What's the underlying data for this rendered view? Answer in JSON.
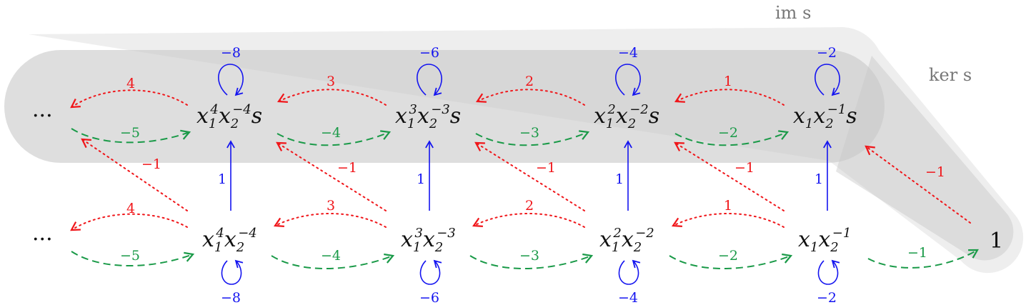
{
  "regions": {
    "im_label": "im s",
    "ker_label": "ker s"
  },
  "top_row": {
    "ellipsis": "···",
    "nodes": [
      {
        "base1": "x",
        "sub1": "1",
        "sup1": "4",
        "base2": "x",
        "sub2": "2",
        "sup2": "−4",
        "suffix": "s"
      },
      {
        "base1": "x",
        "sub1": "1",
        "sup1": "3",
        "base2": "x",
        "sub2": "2",
        "sup2": "−3",
        "suffix": "s"
      },
      {
        "base1": "x",
        "sub1": "1",
        "sup1": "2",
        "base2": "x",
        "sub2": "2",
        "sup2": "−2",
        "suffix": "s"
      },
      {
        "base1": "x",
        "sub1": "1",
        "sup1": "",
        "base2": "x",
        "sub2": "2",
        "sup2": "−1",
        "suffix": "s"
      }
    ],
    "loop_labels": [
      "−8",
      "−6",
      "−4",
      "−2"
    ],
    "red_labels": [
      "4",
      "3",
      "2",
      "1"
    ],
    "green_labels": [
      "−5",
      "−4",
      "−3",
      "−2"
    ]
  },
  "bottom_row": {
    "ellipsis": "···",
    "nodes": [
      {
        "base1": "x",
        "sub1": "1",
        "sup1": "4",
        "base2": "x",
        "sub2": "2",
        "sup2": "−4"
      },
      {
        "base1": "x",
        "sub1": "1",
        "sup1": "3",
        "base2": "x",
        "sub2": "2",
        "sup2": "−3"
      },
      {
        "base1": "x",
        "sub1": "1",
        "sup1": "2",
        "base2": "x",
        "sub2": "2",
        "sup2": "−2"
      },
      {
        "base1": "x",
        "sub1": "1",
        "sup1": "",
        "base2": "x",
        "sub2": "2",
        "sup2": "−1"
      }
    ],
    "one": "1",
    "loop_labels": [
      "−8",
      "−6",
      "−4",
      "−2"
    ],
    "red_labels": [
      "4",
      "3",
      "2",
      "1"
    ],
    "green_labels": [
      "−5",
      "−4",
      "−3",
      "−2",
      "−1"
    ]
  },
  "vertical_labels": [
    "1",
    "1",
    "1",
    "1"
  ],
  "diagonal_labels": [
    "−1",
    "−1",
    "−1",
    "−1",
    "−1"
  ],
  "colors": {
    "red": "#f0161a",
    "green": "#1a9a48",
    "blue": "#1414f0",
    "region_fill": "#c8c8c8"
  }
}
